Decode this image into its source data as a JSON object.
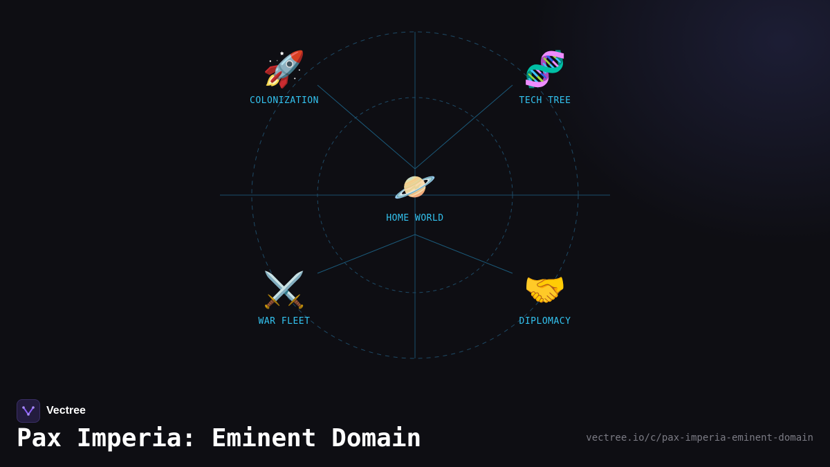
{
  "diagram": {
    "nodes": [
      {
        "id": "home",
        "label": "HOME WORLD",
        "icon": "ringed-planet-icon",
        "emoji": "🪐"
      },
      {
        "id": "colonization",
        "label": "COLONIZATION",
        "icon": "rocket-icon",
        "emoji": "🚀"
      },
      {
        "id": "tech",
        "label": "TECH TREE",
        "icon": "dna-icon",
        "emoji": "🧬"
      },
      {
        "id": "war",
        "label": "WAR FLEET",
        "icon": "crossed-swords-icon",
        "emoji": "⚔️"
      },
      {
        "id": "diplomacy",
        "label": "DIPLOMACY",
        "icon": "handshake-icon",
        "emoji": "🤝"
      }
    ],
    "colors": {
      "accent": "#33c3f0",
      "line": "#1b4f6e",
      "ring": "#1e4a66"
    }
  },
  "brand": {
    "name": "Vectree",
    "icon": "vectree-logo-icon",
    "logo_color": "#8b5cf6"
  },
  "page": {
    "title": "Pax Imperia: Eminent Domain",
    "url": "vectree.io/c/pax-imperia-eminent-domain"
  }
}
